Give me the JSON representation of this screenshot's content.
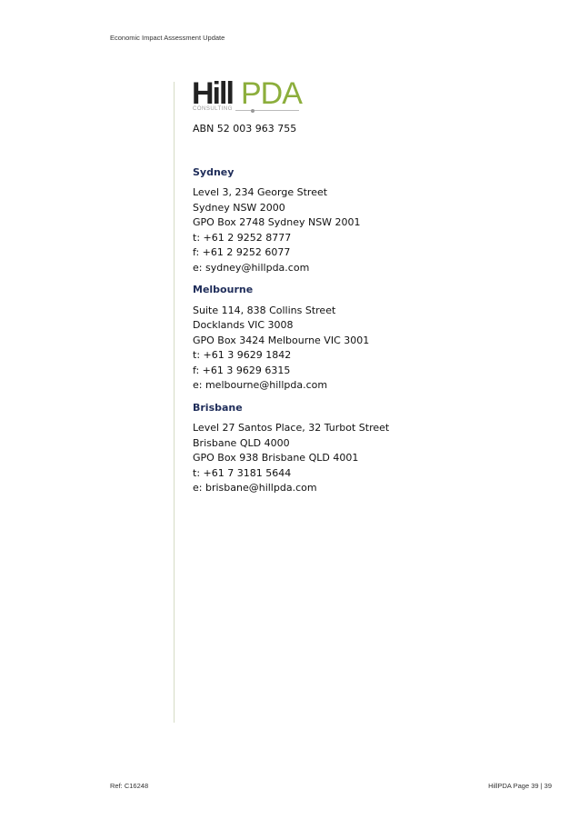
{
  "header": {
    "title": "Economic Impact Assessment Update"
  },
  "logo": {
    "brand_dark": "Hill",
    "brand_light": "PDA",
    "tagline": "CONSULTING",
    "accent_color": "#8cae3c"
  },
  "abn": "ABN 52 003 963 755",
  "offices": [
    {
      "name": "Sydney",
      "lines": [
        "Level 3, 234 George Street",
        "Sydney NSW 2000",
        "GPO Box 2748 Sydney NSW 2001",
        "t: +61 2 9252 8777",
        "f: +61 2 9252 6077",
        "e: sydney@hillpda.com"
      ]
    },
    {
      "name": "Melbourne",
      "lines": [
        "Suite 114, 838 Collins Street",
        "Docklands VIC 3008",
        "GPO Box 3424 Melbourne VIC 3001",
        "t: +61 3 9629 1842",
        "f: +61 3 9629 6315",
        "e: melbourne@hillpda.com"
      ]
    },
    {
      "name": "Brisbane",
      "lines": [
        "Level 27 Santos Place, 32 Turbot Street",
        "Brisbane QLD 4000",
        "GPO Box 938 Brisbane QLD 4001",
        "t: +61 7 3181 5644",
        "e: brisbane@hillpda.com"
      ]
    }
  ],
  "footer": {
    "ref": "Ref:  C16248",
    "page": "HillPDA Page 39 | 39"
  }
}
